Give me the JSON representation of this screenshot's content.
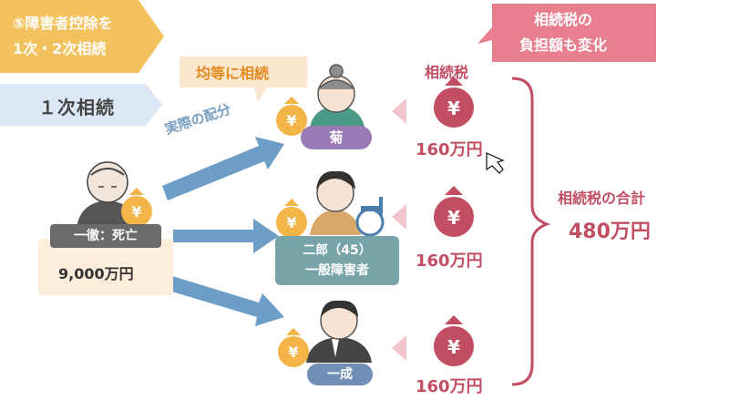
{
  "title": {
    "line1": "⑤障害者控除を",
    "line2": "1次・2次相続"
  },
  "first_inheritance_label": "１次相続",
  "equal_label": "均等に相続",
  "actual_label": "実際の配分",
  "deceased": {
    "name": "一徹：死亡",
    "amount": "9,000万円"
  },
  "heirs": [
    {
      "name": "菊"
    },
    {
      "name_line1": "二郎（45）",
      "name_line2": "一般障害者"
    },
    {
      "name": "一成"
    }
  ],
  "callout": {
    "line1": "相続税の",
    "line2": "負担額も変化"
  },
  "tax_header": "相続税",
  "tax_amounts": [
    "160万円",
    "160万円",
    "160万円"
  ],
  "total": {
    "label": "相続税の合計",
    "amount": "480万円"
  },
  "colors": {
    "title_bg": "#f3c25e",
    "first_label_bg": "#dbe7f4",
    "equal_bg": "#fbe7cf",
    "callout_bg": "#e77f8f",
    "tax_red": "#c24e63",
    "arrow_blue": "#6d9ec8"
  }
}
